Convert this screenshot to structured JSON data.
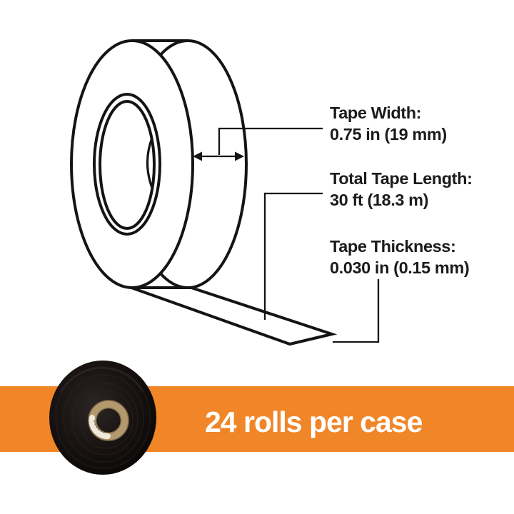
{
  "page": {
    "background": "#ffffff"
  },
  "diagram": {
    "type": "line-drawing",
    "subject": "tape-roll-with-unrolled-strip",
    "callouts": [
      {
        "label": "Tape Width:",
        "value": "0.75 in (19 mm)"
      },
      {
        "label": "Total Tape Length:",
        "value": "30 ft (18.3 m)"
      },
      {
        "label": "Tape Thickness:",
        "value": "0.030 in (0.15 mm)"
      }
    ]
  },
  "banner": {
    "text": "24 rolls per case",
    "photo": "black-electrical-tape-roll-photo"
  },
  "colors": {
    "banner-orange": "#F08628",
    "banner-text": "#ffffff",
    "line": "#161313",
    "text": "#1d1a1b",
    "core-tan": "#b3996e"
  }
}
